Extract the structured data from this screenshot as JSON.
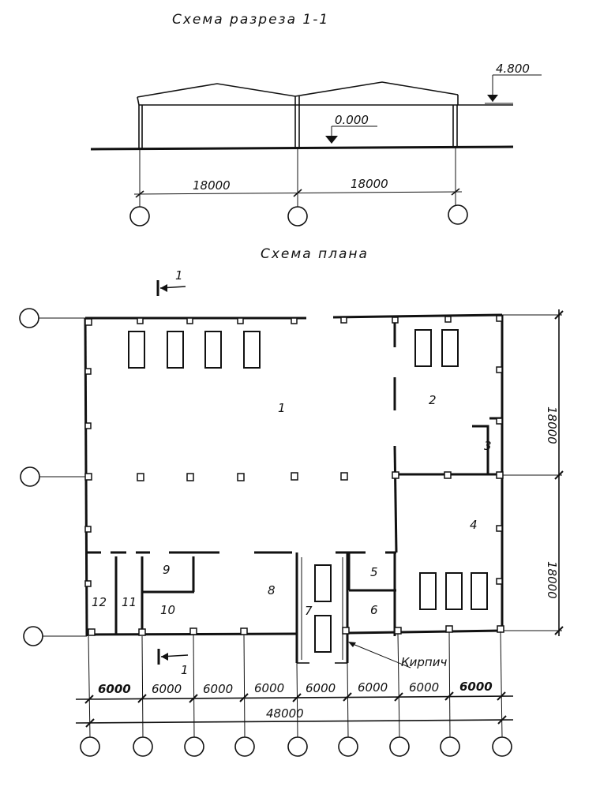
{
  "section": {
    "title": "Схема разреза 1-1",
    "level_top": "4.800",
    "level_floor": "0.000",
    "spans": [
      "18000",
      "18000"
    ]
  },
  "plan": {
    "title": "Схема плана",
    "cut_label_top": "1",
    "cut_label_bottom": "1",
    "room_numbers": [
      "1",
      "2",
      "3",
      "4",
      "5",
      "6",
      "7",
      "8",
      "9",
      "10",
      "11",
      "12"
    ],
    "brick_label": "Кирпич",
    "bay_widths": [
      "6000",
      "6000",
      "6000",
      "6000",
      "6000",
      "6000",
      "6000",
      "6000"
    ],
    "total_width": "48000",
    "side_dims": [
      "18000",
      "18000"
    ]
  }
}
